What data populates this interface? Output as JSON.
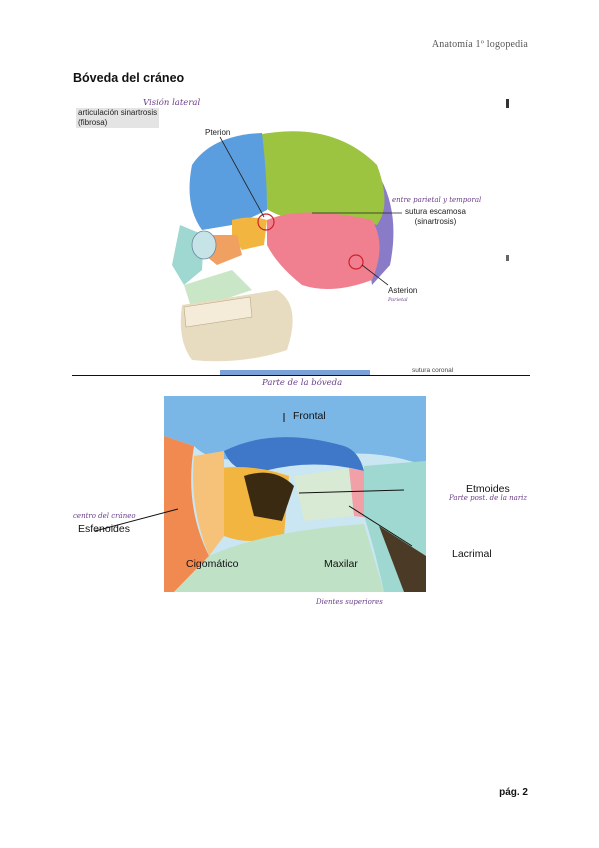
{
  "header": {
    "course": "Anatomía 1º logopedia"
  },
  "section": {
    "title": "Bóveda del cráneo"
  },
  "figure1": {
    "note_view": "Visión lateral",
    "label_joint_1": "articulación sinartrosis",
    "label_joint_2": "(fibrosa)",
    "label_pterion": "Pterion",
    "note_between": "entre parietal y temporal",
    "label_suture_1": "sutura escamosa",
    "label_suture_2": "(sinartrosis)",
    "label_asterion": "Asterion",
    "note_asterion": "Parietal",
    "label_coronal": "sutura coronal"
  },
  "figure2": {
    "note_vault": "Parte de la bóveda",
    "label_frontal": "Frontal",
    "label_ethmoid": "Etmoides",
    "note_ethmoid": "Parte post. de la nariz",
    "note_sphenoid": "centro del cráneo",
    "label_sphenoid": "Esfenoides",
    "label_zygomatic": "Cigomático",
    "label_maxilla": "Maxilar",
    "label_lacrimal": "Lacrimal",
    "note_teeth": "Dientes superiores"
  },
  "footer": {
    "page": "pág. 2"
  },
  "colors": {
    "frontal": "#5b9ee0",
    "parietal": "#9cc440",
    "temporal": "#f08090",
    "occipital": "#8a7bc8",
    "sphenoid": "#f2b640",
    "zygomatic": "#f0a060",
    "mandible": "#e8dcc0",
    "annotation": "#6a3d8a",
    "circle": "#d0202a"
  }
}
